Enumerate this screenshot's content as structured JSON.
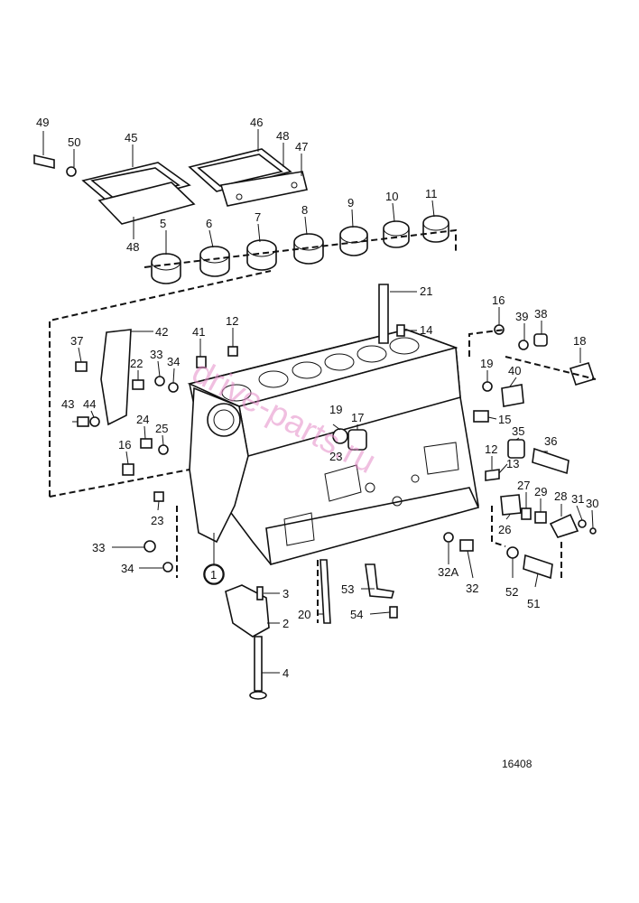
{
  "drawing_number": "16408",
  "watermark": "drive-parts.ru",
  "callouts": [
    {
      "id": "c49",
      "text": "49"
    },
    {
      "id": "c50",
      "text": "50"
    },
    {
      "id": "c45",
      "text": "45"
    },
    {
      "id": "c46",
      "text": "46"
    },
    {
      "id": "c48a",
      "text": "48"
    },
    {
      "id": "c47",
      "text": "47"
    },
    {
      "id": "c48b",
      "text": "48"
    },
    {
      "id": "c5",
      "text": "5"
    },
    {
      "id": "c6",
      "text": "6"
    },
    {
      "id": "c7",
      "text": "7"
    },
    {
      "id": "c8",
      "text": "8"
    },
    {
      "id": "c9",
      "text": "9"
    },
    {
      "id": "c10",
      "text": "10"
    },
    {
      "id": "c11",
      "text": "11"
    },
    {
      "id": "c21",
      "text": "21"
    },
    {
      "id": "c14",
      "text": "14"
    },
    {
      "id": "c16a",
      "text": "16"
    },
    {
      "id": "c39",
      "text": "39"
    },
    {
      "id": "c38",
      "text": "38"
    },
    {
      "id": "c18",
      "text": "18"
    },
    {
      "id": "c19a",
      "text": "19"
    },
    {
      "id": "c40",
      "text": "40"
    },
    {
      "id": "c37",
      "text": "37"
    },
    {
      "id": "c42",
      "text": "42"
    },
    {
      "id": "c41",
      "text": "41"
    },
    {
      "id": "c12a",
      "text": "12"
    },
    {
      "id": "c33a",
      "text": "33"
    },
    {
      "id": "c34a",
      "text": "34"
    },
    {
      "id": "c22",
      "text": "22"
    },
    {
      "id": "c43",
      "text": "43"
    },
    {
      "id": "c44",
      "text": "44"
    },
    {
      "id": "c24",
      "text": "24"
    },
    {
      "id": "c25",
      "text": "25"
    },
    {
      "id": "c19b",
      "text": "19"
    },
    {
      "id": "c17",
      "text": "17"
    },
    {
      "id": "c15",
      "text": "15"
    },
    {
      "id": "c35",
      "text": "35"
    },
    {
      "id": "c36",
      "text": "36"
    },
    {
      "id": "c12b",
      "text": "12"
    },
    {
      "id": "c13",
      "text": "13"
    },
    {
      "id": "c16b",
      "text": "16"
    },
    {
      "id": "c23a",
      "text": "23"
    },
    {
      "id": "c23b",
      "text": "23"
    },
    {
      "id": "c27",
      "text": "27"
    },
    {
      "id": "c29",
      "text": "29"
    },
    {
      "id": "c28",
      "text": "28"
    },
    {
      "id": "c31",
      "text": "31"
    },
    {
      "id": "c30",
      "text": "30"
    },
    {
      "id": "c26",
      "text": "26"
    },
    {
      "id": "c33b",
      "text": "33"
    },
    {
      "id": "c34b",
      "text": "34"
    },
    {
      "id": "c1",
      "text": "1"
    },
    {
      "id": "c32a",
      "text": "32A"
    },
    {
      "id": "c32",
      "text": "32"
    },
    {
      "id": "c52",
      "text": "52"
    },
    {
      "id": "c51",
      "text": "51"
    },
    {
      "id": "c53",
      "text": "53"
    },
    {
      "id": "c3",
      "text": "3"
    },
    {
      "id": "c20",
      "text": "20"
    },
    {
      "id": "c54",
      "text": "54"
    },
    {
      "id": "c2",
      "text": "2"
    },
    {
      "id": "c4",
      "text": "4"
    }
  ]
}
